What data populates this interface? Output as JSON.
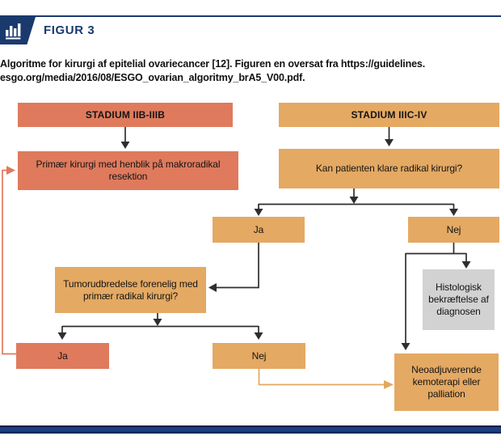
{
  "figure": {
    "label": "FIGUR 3",
    "caption_line1": "Algoritme for kirurgi af epitelial ovariecancer [12]. Figuren en oversat fra https://guidelines.",
    "caption_line2": "esgo.org/media/2016/08/ESGO_ovarian_algoritmy_brA5_V00.pdf.",
    "badge_icon": "bar-chart-icon"
  },
  "colors": {
    "salmon": "#df7a5d",
    "tan": "#e4a963",
    "grey_box": "#d2d2d2",
    "navy": "#1a3a6e",
    "line": "#2e2e2e"
  },
  "flowchart": {
    "nodes": {
      "stadium_iib_iiib": {
        "label": "STADIUM IIB-IIIB",
        "color": "salmon"
      },
      "stadium_iiic_iv": {
        "label": "STADIUM IIIC-IV",
        "color": "tan"
      },
      "primaer_kirurgi": {
        "label": "Primær kirurgi med henblik på makroradikal resektion",
        "color": "salmon"
      },
      "kan_patienten": {
        "label": "Kan patienten klare radikal kirurgi?",
        "color": "tan"
      },
      "ja_mid": {
        "label": "Ja",
        "color": "tan"
      },
      "nej_mid": {
        "label": "Nej",
        "color": "tan"
      },
      "tumorudbredelse": {
        "label": "Tumorudbredelse forenelig med primær radikal kirurgi?",
        "color": "tan"
      },
      "histologisk": {
        "label": "Histologisk bekræftelse af diagnosen",
        "color": "grey"
      },
      "ja_bottom": {
        "label": "Ja",
        "color": "salmon"
      },
      "nej_bottom": {
        "label": "Nej",
        "color": "tan"
      },
      "neoadjuverende": {
        "label": "Neoadjuverende kemoterapi eller palliation",
        "color": "tan"
      }
    },
    "edges": [
      {
        "from": "stadium_iib_iiib",
        "to": "primaer_kirurgi",
        "color": "line"
      },
      {
        "from": "stadium_iiic_iv",
        "to": "kan_patienten",
        "color": "line"
      },
      {
        "from": "kan_patienten",
        "to": "ja_mid",
        "color": "line"
      },
      {
        "from": "kan_patienten",
        "to": "nej_mid",
        "color": "line"
      },
      {
        "from": "ja_mid",
        "to": "tumorudbredelse",
        "color": "line"
      },
      {
        "from": "tumorudbredelse",
        "to": "ja_bottom",
        "color": "line"
      },
      {
        "from": "tumorudbredelse",
        "to": "nej_bottom",
        "color": "line"
      },
      {
        "from": "nej_mid",
        "to": "histologisk",
        "color": "line"
      },
      {
        "from": "nej_mid",
        "to": "neoadjuverende",
        "color": "line"
      },
      {
        "from": "ja_bottom",
        "to": "primaer_kirurgi",
        "color": "salmon"
      },
      {
        "from": "nej_bottom",
        "to": "neoadjuverende",
        "color": "tan"
      }
    ]
  }
}
